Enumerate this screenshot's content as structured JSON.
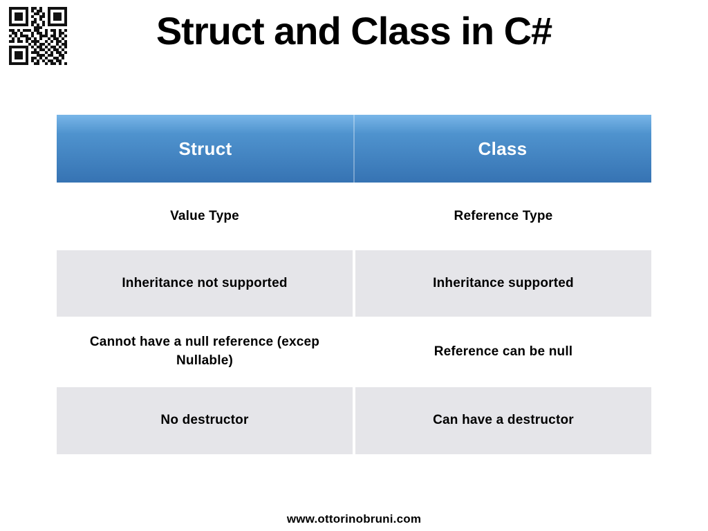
{
  "title": "Struct and Class in C#",
  "table": {
    "headers": [
      "Struct",
      "Class"
    ],
    "rows": [
      [
        "Value Type",
        "Reference Type"
      ],
      [
        "Inheritance not supported",
        "Inheritance supported"
      ],
      [
        "Cannot have a null reference (excep Nullable)",
        "Reference can be null"
      ],
      [
        "No destructor",
        "Can have a destructor"
      ]
    ]
  },
  "footer": {
    "url": "www.ottorinobruni.com"
  },
  "theme": {
    "page-bg": "#ffffff",
    "header-grad-top": "#79b6e8",
    "header-grad-mid": "#4f93ce",
    "header-grad-bottom": "#3673b3",
    "header-text": "#ffffff",
    "alt-row-bg": "#e5e5e9",
    "body-text": "#000000",
    "qr-dark": "#111111"
  },
  "qr": {
    "label": "qr-code",
    "matrix": [
      "111111101101001111111",
      "100000101011001000001",
      "101110100110101011101",
      "101110101001101011101",
      "101110100101001011101",
      "100000101100101000001",
      "111111101010101111111",
      "000000000111000000000",
      "110101110110010110101",
      "011010001011010010110",
      "101011101001110110101",
      "010100110101001011010",
      "110110101110010101101",
      "000000010101101001011",
      "111111101011010110101",
      "100000100101101011010",
      "101110101110010101101",
      "101110100011101100110",
      "101110101101010011010",
      "100000101010101101100",
      "111111100110010110101"
    ]
  }
}
